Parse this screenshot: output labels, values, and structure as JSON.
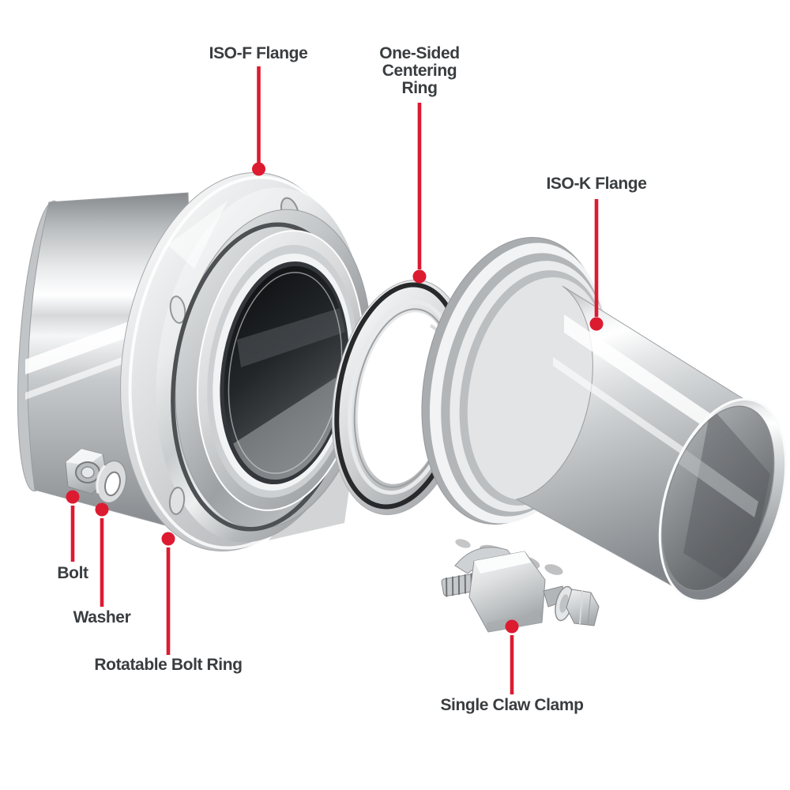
{
  "colors": {
    "leader": "#dc1b31",
    "label_text": "#3a3d3f",
    "background": "#ffffff"
  },
  "callouts": [
    {
      "id": "iso-f-flange",
      "label": "ISO-F Flange"
    },
    {
      "id": "one-sided-centering-ring",
      "label": "One-Sided\nCentering\nRing"
    },
    {
      "id": "iso-k-flange",
      "label": "ISO-K Flange"
    },
    {
      "id": "bolt",
      "label": "Bolt"
    },
    {
      "id": "washer",
      "label": "Washer"
    },
    {
      "id": "rotatable-bolt-ring",
      "label": "Rotatable Bolt Ring"
    },
    {
      "id": "single-claw-clamp",
      "label": "Single Claw Clamp"
    }
  ]
}
